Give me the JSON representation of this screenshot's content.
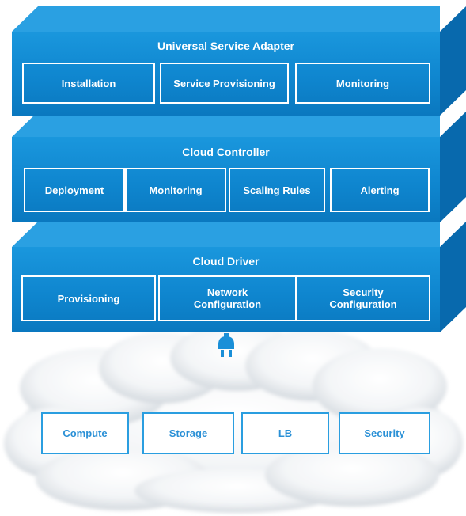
{
  "colors": {
    "layer_front": "#0f86cf",
    "layer_top": "#2aa0e2",
    "layer_side": "#0869ad",
    "box_border": "#ffffff",
    "cloud_box_border": "#2a9ee0",
    "cloud_box_text": "#2a90d6",
    "plug": "#1a8fd8"
  },
  "icons": {
    "plug": "plug-icon"
  },
  "layers": [
    {
      "title": "Universal Service Adapter",
      "components": [
        {
          "lines": [
            "Installation"
          ]
        },
        {
          "lines": [
            "Service Provisioning"
          ]
        },
        {
          "lines": [
            "Monitoring"
          ]
        }
      ]
    },
    {
      "title": "Cloud Controller",
      "components": [
        {
          "lines": [
            "Deployment"
          ]
        },
        {
          "lines": [
            "Monitoring"
          ]
        },
        {
          "lines": [
            "Scaling Rules"
          ]
        },
        {
          "lines": [
            "Alerting"
          ]
        }
      ]
    },
    {
      "title": "Cloud Driver",
      "components": [
        {
          "lines": [
            "Provisioning"
          ]
        },
        {
          "lines": [
            "Network",
            "Configuration"
          ]
        },
        {
          "lines": [
            "Security",
            "Configuration"
          ]
        }
      ]
    }
  ],
  "cloud": {
    "resources": [
      "Compute",
      "Storage",
      "LB",
      "Security"
    ]
  }
}
